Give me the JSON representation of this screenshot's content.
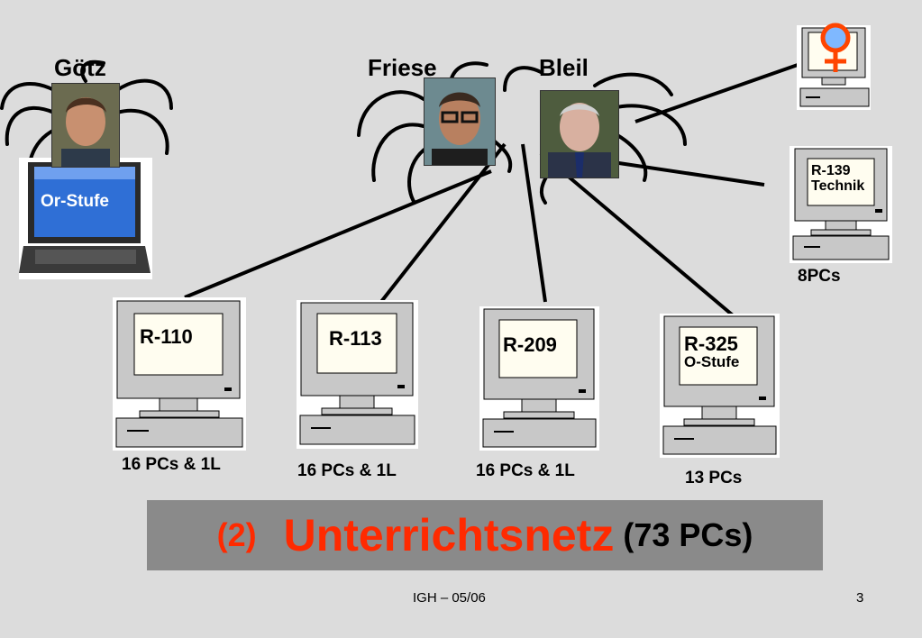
{
  "people": {
    "goetz": "Götz",
    "friese": "Friese",
    "bleil": "Bleil"
  },
  "laptop": {
    "label": "Or-Stufe"
  },
  "rooms": {
    "r139": {
      "line1": "R-139",
      "line2": "Technik",
      "count": "8PCs"
    },
    "r110": {
      "label": "R-110",
      "count": "16 PCs & 1L"
    },
    "r113": {
      "label": "R-113",
      "count": "16 PCs & 1L"
    },
    "r209": {
      "label": "R-209",
      "count": "16 PCs & 1L"
    },
    "r325": {
      "line1": "R-325",
      "line2": "O-Stufe",
      "count": "13 PCs"
    }
  },
  "banner": {
    "number": "(2)",
    "title": "Unterrichtsnetz",
    "total": "(73 PCs)"
  },
  "footer": {
    "center": "IGH – 05/06",
    "page": "3"
  },
  "colors": {
    "accent": "#ff2a00",
    "background": "#dcdcdc",
    "banner": "#8a8a8a"
  },
  "icons": [
    "female-symbol-icon",
    "computer-icon",
    "laptop-icon",
    "spider-leg-icon"
  ]
}
